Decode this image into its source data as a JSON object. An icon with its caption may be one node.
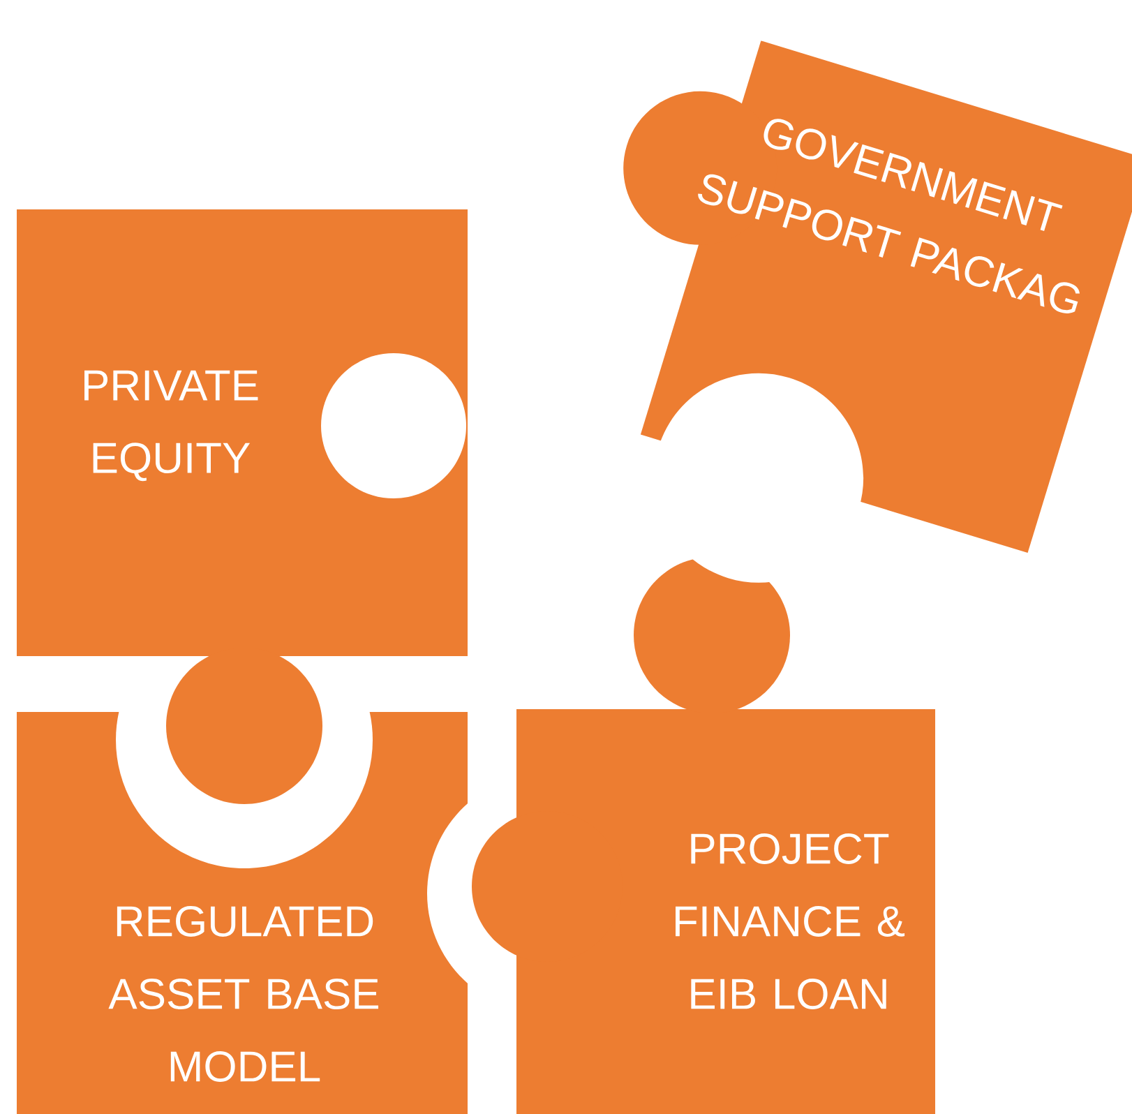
{
  "diagram": {
    "nodes": [
      {
        "text": [
          "PRIVATE EQUITY"
        ]
      },
      {
        "text": [
          "GOVERNMENT SUPPORT PACKAG"
        ]
      },
      {
        "text": [
          "REGULATED ASSET BASE MODEL"
        ]
      },
      {
        "text": [
          "PROJECT FINANCE & EIB LOAN"
        ]
      }
    ]
  }
}
